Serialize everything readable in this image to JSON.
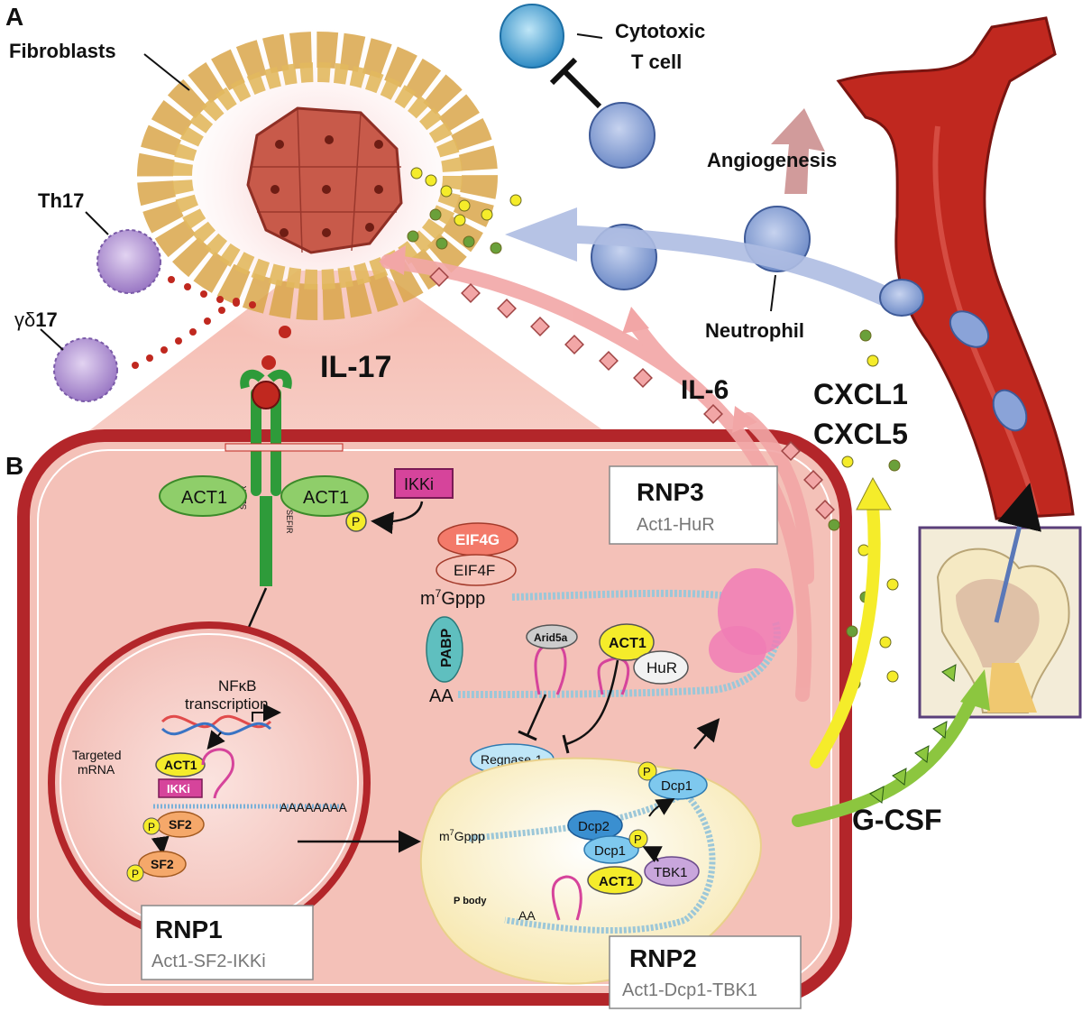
{
  "panels": {
    "a": "A",
    "b": "B"
  },
  "labels": {
    "fibroblasts": "Fibroblasts",
    "th17": "Th17",
    "gd17_prefix": "γδ",
    "gd17_suffix": "17",
    "cytotoxic": "Cytotoxic",
    "tcell": "T cell",
    "angiogenesis": "Angiogenesis",
    "neutrophil": "Neutrophil",
    "il17": "IL-17",
    "il6": "IL-6",
    "cxcl1": "CXCL1",
    "cxcl5": "CXCL5",
    "gcsf": "G-CSF"
  },
  "receptor": {
    "act1_left": "ACT1",
    "act1_right": "ACT1",
    "sefir": "SEFIR",
    "ikki": "IKKi",
    "p": "P"
  },
  "nucleus": {
    "nfkb": "NFκB",
    "transcription": "transcription",
    "targeted_1": "Targeted",
    "targeted_2": "mRNA",
    "act1": "ACT1",
    "ikki": "IKKi",
    "sf2": "SF2",
    "sf2_b": "SF2",
    "polya": "AAAAAAAA",
    "p": "P"
  },
  "translation": {
    "eif4g": "EIF4G",
    "eif4f": "EIF4F",
    "m7": "m",
    "sup": "7",
    "gppp": "Gppp",
    "pabp": "PABP",
    "aa": "AA",
    "arid5a": "Arid5a",
    "act1": "ACT1",
    "hur": "HuR",
    "regnase": "Regnase-1"
  },
  "pbody": {
    "m7": "m",
    "sup": "7",
    "gppp": "Gppp",
    "dcp2": "Dcp2",
    "dcp1": "Dcp1",
    "dcp1_top": "Dcp1",
    "tbk1": "TBK1",
    "act1": "ACT1",
    "label": "P body",
    "aa": "AA",
    "p": "P"
  },
  "rnp_boxes": {
    "rnp1_title": "RNP1",
    "rnp1_sub": "Act1-SF2-IKKi",
    "rnp2_title": "RNP2",
    "rnp2_sub": "Act1-Dcp1-TBK1",
    "rnp3_title": "RNP3",
    "rnp3_sub": "Act1-HuR"
  },
  "colors": {
    "cell_fill": "#f4c1b8",
    "cell_border": "#b3262a",
    "vessel": "#c0281f",
    "tumor": "#c85a4a",
    "fibroblast": "#d9a64a",
    "neutrophil": "#8aa3d8",
    "th17": "#b79ad6",
    "act1": "#76c04f",
    "ikki": "#d6449b",
    "yellow": "#f5ec2a",
    "green_arrow": "#8cc63f",
    "blue_arrow": "#aebde2"
  }
}
